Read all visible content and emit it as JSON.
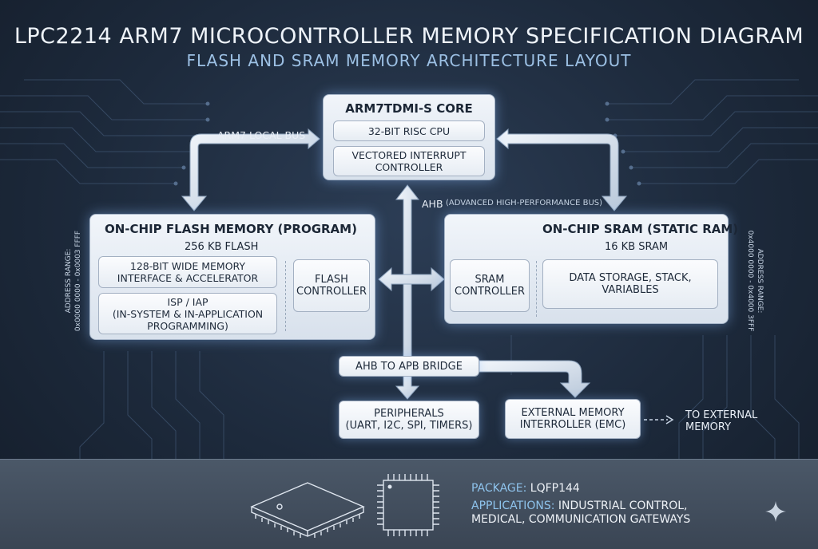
{
  "title": "LPC2214 ARM7 MICROCONTROLLER MEMORY SPECIFICATION DIAGRAM",
  "subtitle": "FLASH AND SRAM MEMORY ARCHITECTURE LAYOUT",
  "core": {
    "title": "ARM7TDMI-S CORE",
    "cpu": "32-BIT RISC CPU",
    "vic": "VECTORED INTERRUPT\nCONTROLLER"
  },
  "labels": {
    "local_bus": "ARM7 LOCAL BUS",
    "ahb": "AHB",
    "ahb_full": "(ADVANCED HIGH-PERFORMANCE BUS)",
    "to_external": "TO EXTERNAL\nMEMORY"
  },
  "flash": {
    "title": "ON-CHIP FLASH MEMORY (PROGRAM)",
    "size": "256 KB FLASH",
    "accel": "128-BIT WIDE MEMORY\nINTERFACE & ACCELERATOR",
    "isp": "ISP / IAP\n(IN-SYSTEM & IN-APPLICATION\nPROGRAMMING)",
    "controller": "FLASH\nCONTROLLER",
    "address": "ADDRESS RANGE:\n0x0000 0000 - 0x0003 FFFF"
  },
  "sram": {
    "title": "ON-CHIP SRAM (STATIC RAM)",
    "size": "16 KB SRAM",
    "controller": "SRAM\nCONTROLLER",
    "data": "DATA STORAGE, STACK,\nVARIABLES",
    "address": "ADDRESS RANGE:\n0x4000 0000 - 0x4000 3FFF"
  },
  "bridge": "AHB TO APB BRIDGE",
  "peripherals": "PERIPHERALS\n(UART, I2C, SPI, TIMERS)",
  "emc": "EXTERNAL MEMORY\nINTERROLLER (EMC)",
  "footer": {
    "package_label": "PACKAGE:",
    "package_value": "LQFP144",
    "applications_label": "APPLICATIONS:",
    "applications_value": "INDUSTRIAL CONTROL,",
    "applications_value2": "MEDICAL, COMMUNICATION GATEWAYS"
  },
  "colors": {
    "background": "#1d2a3c",
    "box": "#e6ecf3",
    "accent": "#8ec3ec",
    "arrow": "#d6e1ee",
    "footer": "#414d5c"
  },
  "icons": [
    "chip-3d-icon",
    "chip-top-icon",
    "sparkle-icon"
  ]
}
